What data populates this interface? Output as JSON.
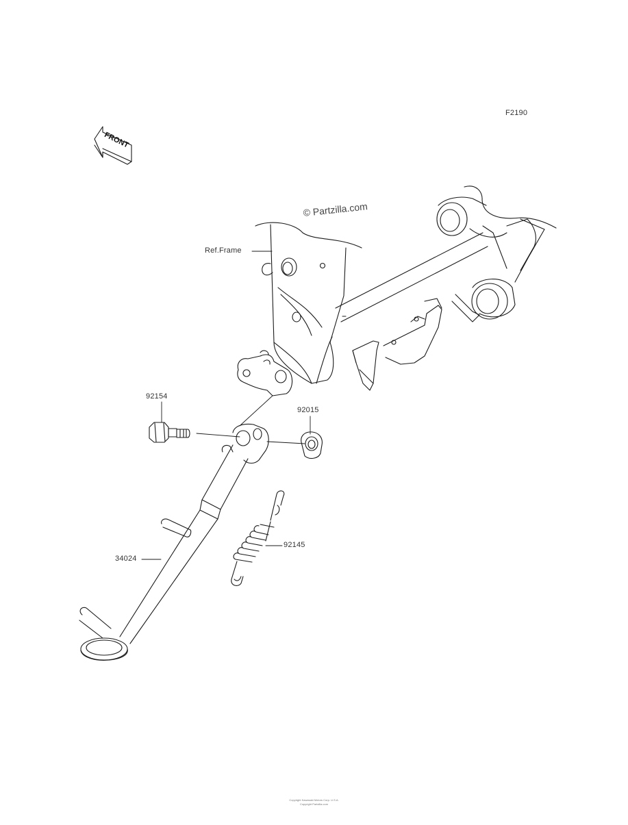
{
  "figure_code": "F2190",
  "watermark": "© Partzilla.com",
  "front_arrow_text": "FRONT",
  "callouts": {
    "ref_frame": "Ref.Frame",
    "bolt": "92154",
    "nut": "92015",
    "spring": "92145",
    "stand": "34024"
  },
  "footer": {
    "line1": "Copyright Kawasaki Motors Corp. U.S.A.",
    "line2": "Copyright Partzilla.com"
  }
}
